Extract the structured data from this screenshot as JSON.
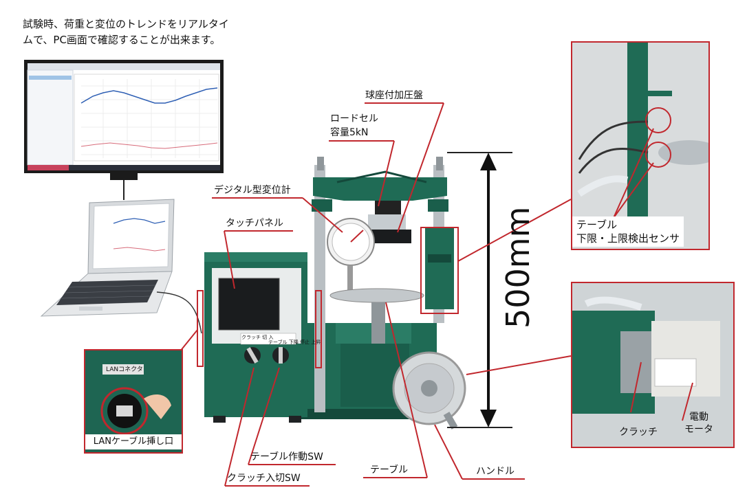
{
  "intro_line1": "試験時、荷重と変位のトレンドをリアルタイ",
  "intro_line2": "ムで、PC画面で確認することが出来ます。",
  "labels": {
    "press_plate": "球座付加圧盤",
    "load_cell_1": "ロードセル",
    "load_cell_2": "容量5kN",
    "digital_gauge": "デジタル型変位計",
    "touch_panel": "タッチパネル",
    "dimension": "500mm",
    "table_sw": "テーブル作動SW",
    "clutch_sw": "クラッチ入切SW",
    "table": "テーブル",
    "handle": "ハンドル",
    "lan_connector_tag": "LANコネクタ",
    "lan_port": "LANケーブル挿し口",
    "sensor_1": "テーブル",
    "sensor_2": "下限・上限検出センサ",
    "clutch": "クラッチ",
    "motor_1": "電動",
    "motor_2": "モータ",
    "panel_sw_1": "クラッチ",
    "panel_sw_2": "テーブル",
    "panel_sw_off": "切",
    "panel_sw_on": "入",
    "panel_sw_down": "下降",
    "panel_sw_stop": "停止",
    "panel_sw_up": "上昇"
  },
  "colors": {
    "accent_red": "#c1272d",
    "machine_green": "#1f6b55",
    "machine_dark": "#14493b",
    "steel": "#b9bfc3"
  }
}
